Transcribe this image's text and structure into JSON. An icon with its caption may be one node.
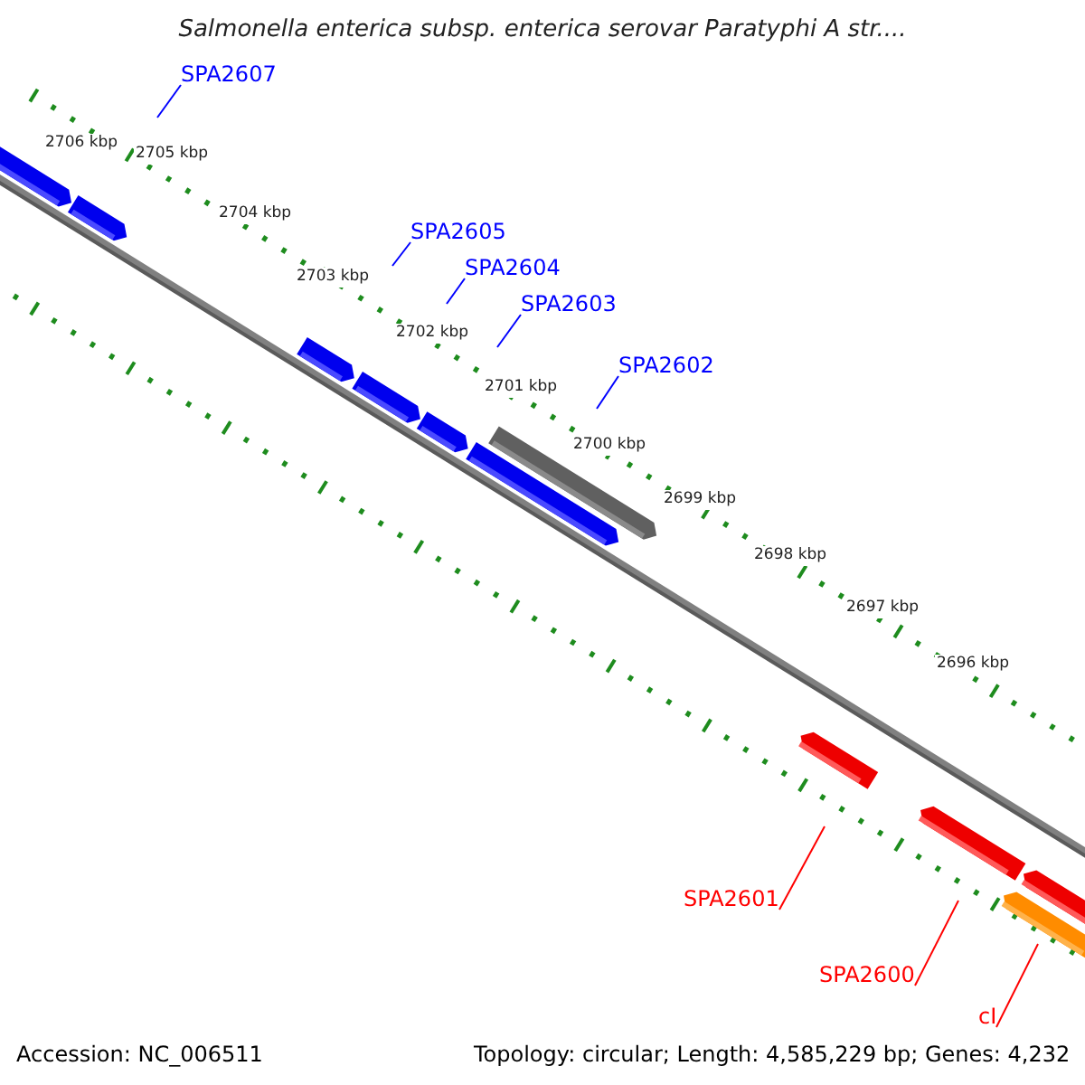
{
  "diagram": {
    "title": "Salmonella enterica subsp. enterica serovar Paratyphi A str....",
    "nodes": [
      {
        "text": [
          "SPA2607"
        ]
      },
      {
        "text": [
          "SPA2605"
        ]
      },
      {
        "text": [
          "SPA2604"
        ]
      },
      {
        "text": [
          "SPA2603"
        ]
      },
      {
        "text": [
          "SPA2602"
        ]
      },
      {
        "text": [
          "SPA2601"
        ]
      },
      {
        "text": [
          "SPA2600"
        ]
      },
      {
        "text": [
          "cI"
        ]
      }
    ],
    "edges": [
      {
        "from": 0,
        "to": null,
        "arrow": "none"
      },
      {
        "from": 1,
        "to": null,
        "arrow": "none"
      },
      {
        "from": 2,
        "to": null,
        "arrow": "none"
      },
      {
        "from": 3,
        "to": null,
        "arrow": "none"
      },
      {
        "from": 4,
        "to": null,
        "arrow": "none"
      },
      {
        "from": 5,
        "to": null,
        "arrow": "none",
        "color": "#ff0000"
      },
      {
        "from": 6,
        "to": null,
        "arrow": "none",
        "color": "#ff0000"
      },
      {
        "from": 7,
        "to": null,
        "arrow": "none",
        "color": "#ff0000"
      }
    ],
    "labels": [
      "2706 kbp",
      "2705 kbp",
      "2704 kbp",
      "2703 kbp",
      "2702 kbp",
      "2701 kbp",
      "2700 kbp",
      "2699 kbp",
      "2698 kbp",
      "2697 kbp",
      "2696 kbp",
      "Accession: NC_006511",
      "Topology: circular; Length: 4,585,229 bp; Genes: 4,232"
    ]
  }
}
